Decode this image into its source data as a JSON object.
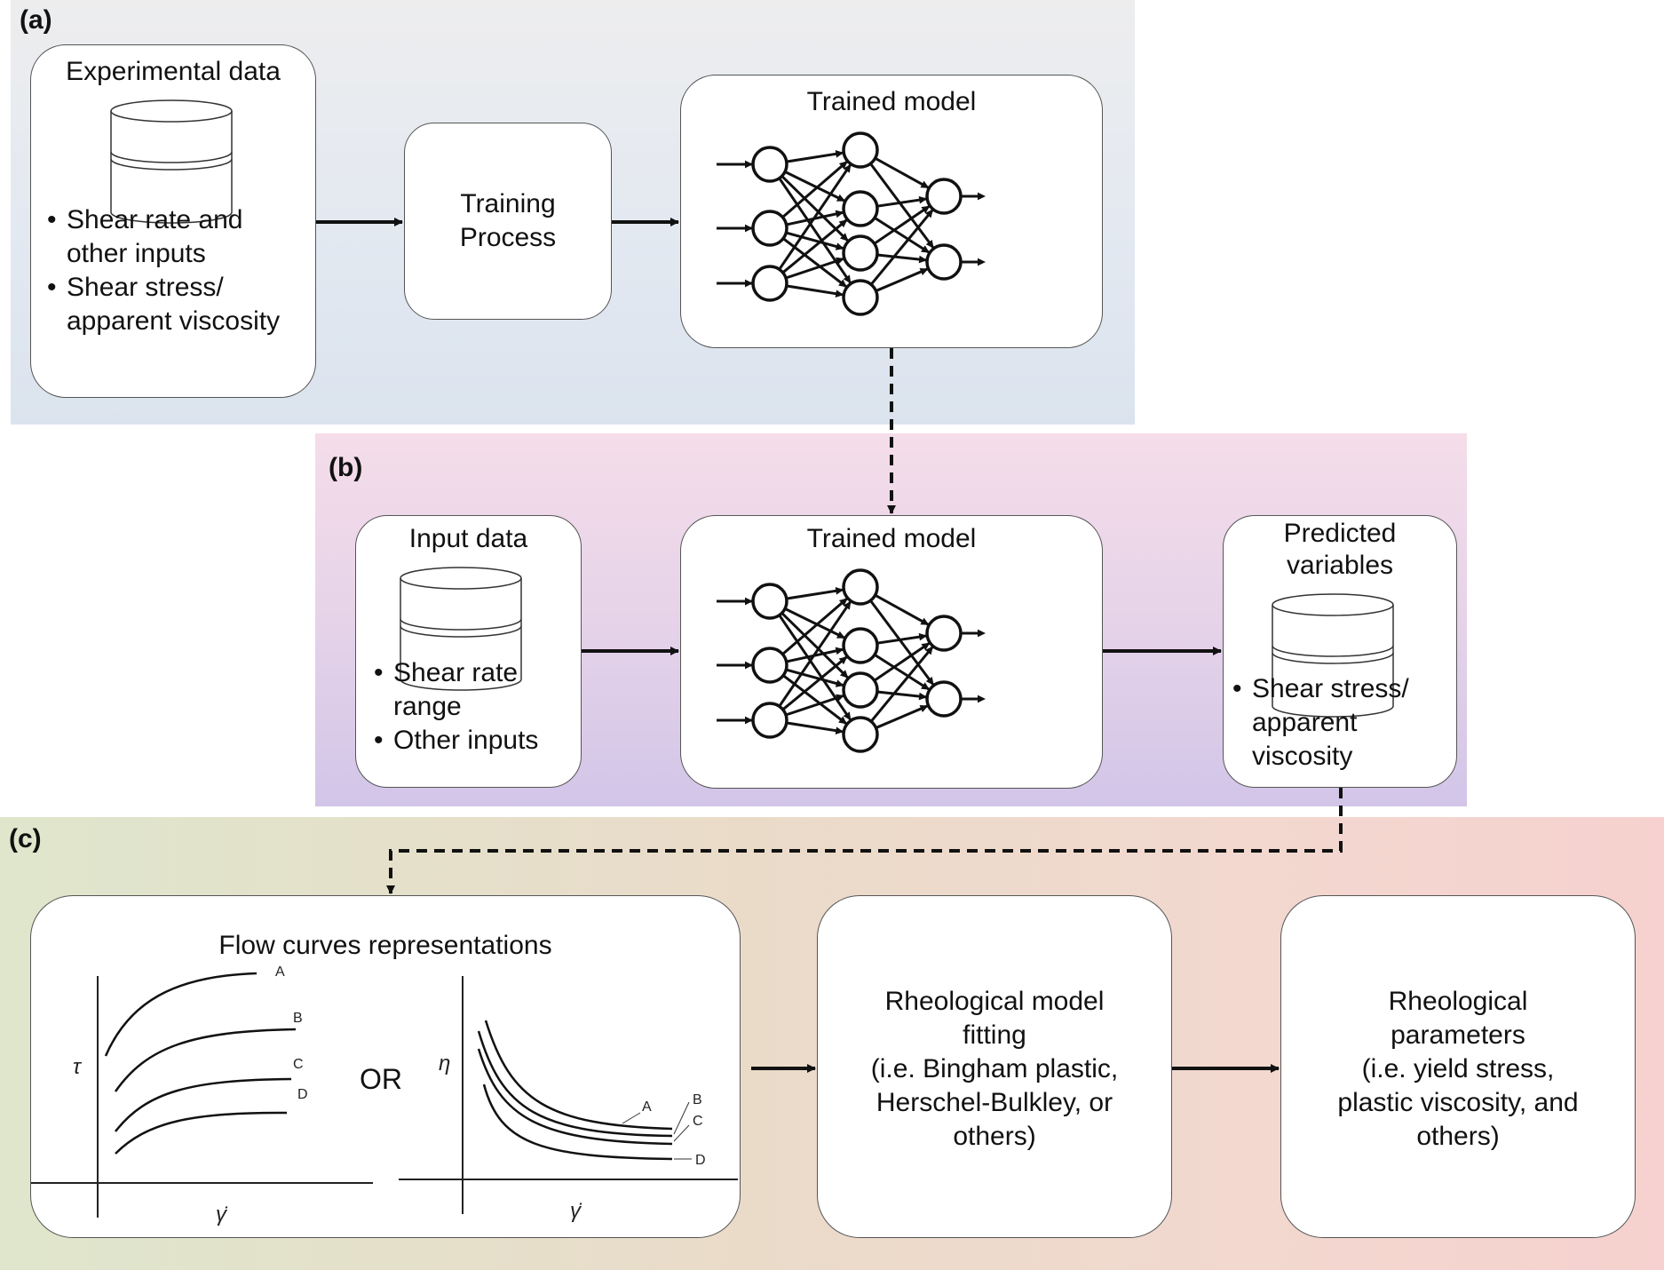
{
  "panel_a": {
    "label": "(a)",
    "experimental_box": {
      "title": "Experimental data",
      "bullets": [
        "Shear rate and other inputs",
        "Shear stress/ apparent viscosity"
      ]
    },
    "training_box": {
      "line1": "Training",
      "line2": "Process"
    },
    "model_box": {
      "title": "Trained model"
    }
  },
  "panel_b": {
    "label": "(b)",
    "input_box": {
      "title": "Input data",
      "bullets": [
        "Shear rate range",
        "Other inputs"
      ]
    },
    "model_box": {
      "title": "Trained model"
    },
    "predicted_box": {
      "title_line1": "Predicted",
      "title_line2": "variables",
      "bullets": [
        "Shear stress/ apparent viscosity"
      ]
    }
  },
  "panel_c": {
    "label": "(c)",
    "flow_box": {
      "title": "Flow curves representations",
      "or_label": "OR",
      "plot1": {
        "ylabel": "τ",
        "xlabel": "γ̇",
        "curve_labels": [
          "A",
          "B",
          "C",
          "D"
        ]
      },
      "plot2": {
        "ylabel": "η",
        "xlabel": "γ̇",
        "curve_labels": [
          "A",
          "B",
          "C",
          "D"
        ]
      }
    },
    "fitting_box": {
      "lines": [
        "Rheological model",
        "fitting",
        "(i.e. Bingham plastic,",
        "Herschel-Bulkley, or",
        "others)"
      ]
    },
    "parameters_box": {
      "lines": [
        "Rheological",
        "parameters",
        "(i.e. yield stress,",
        "plastic viscosity, and",
        "others)"
      ]
    }
  }
}
